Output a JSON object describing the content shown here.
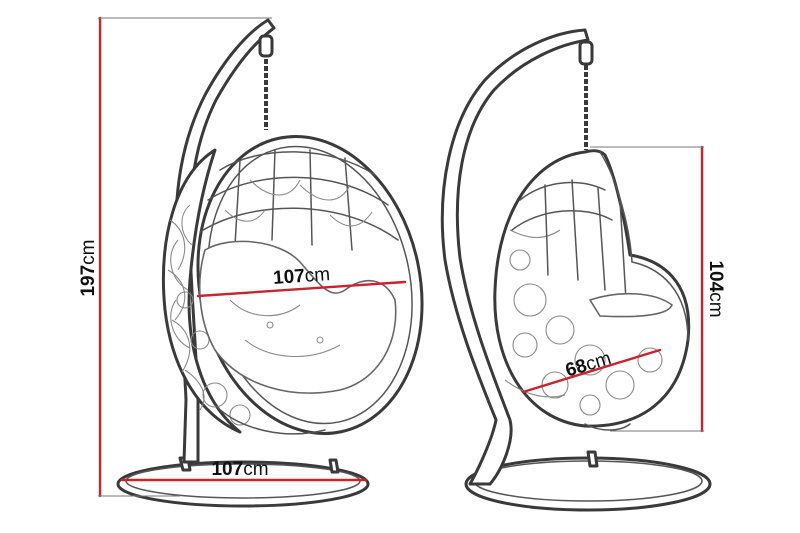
{
  "dimensions": {
    "total_height": {
      "value": "197",
      "unit": "cm"
    },
    "seat_width_front": {
      "value": "107",
      "unit": "cm"
    },
    "base_diameter": {
      "value": "107",
      "unit": "cm"
    },
    "seat_depth_side": {
      "value": "68",
      "unit": "cm"
    },
    "seat_height_side": {
      "value": "104",
      "unit": "cm"
    }
  },
  "colors": {
    "dimension_line": "#c8242f",
    "outline": "#3a3a3a",
    "background": "#ffffff"
  }
}
